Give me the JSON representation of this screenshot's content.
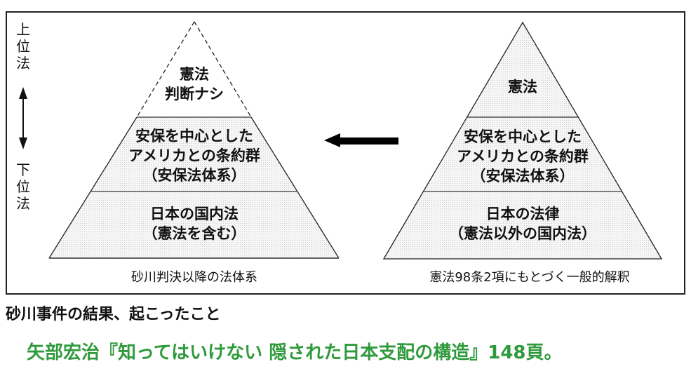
{
  "axis": {
    "upper": "上位法",
    "lower": "下位法"
  },
  "left_pyramid": {
    "top": [
      "憲法",
      "判断ナシ"
    ],
    "middle": [
      "安保を中心とした",
      "アメリカとの条約群",
      "（安保法体系）"
    ],
    "bottom": [
      "日本の国内法",
      "（憲法を含む）"
    ],
    "caption": "砂川判決以降の法体系"
  },
  "right_pyramid": {
    "top": [
      "憲法"
    ],
    "middle": [
      "安保を中心とした",
      "アメリカとの条約群",
      "（安保法体系）"
    ],
    "bottom": [
      "日本の法律",
      "（憲法以外の国内法）"
    ],
    "caption": "憲法98条2項にもとづく一般的解釈"
  },
  "figure_title": "砂川事件の結果、起こったこと",
  "citation": "矢部宏治『知ってはいけない 隠された日本支配の構造』148頁。",
  "colors": {
    "citation": "#2f9a3c",
    "fill": "#efefef"
  }
}
